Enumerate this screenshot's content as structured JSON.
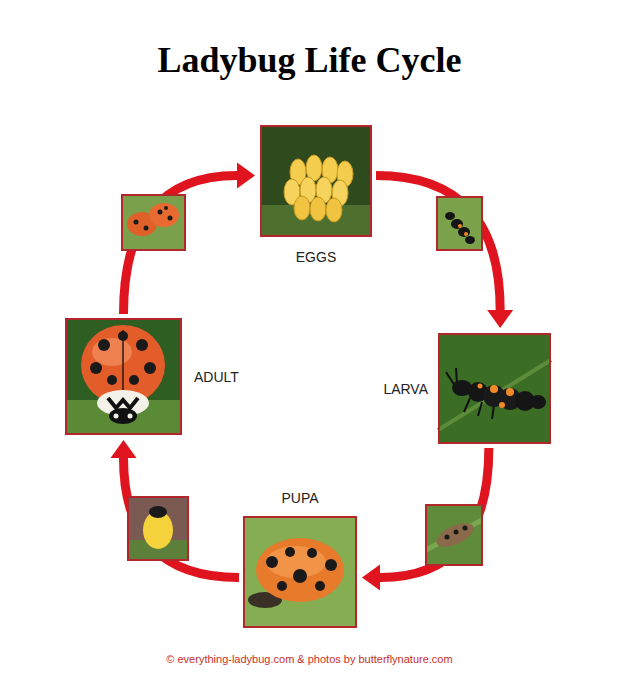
{
  "diagram": {
    "title": "Ladybug Life Cycle",
    "caption": "© everything-ladybug.com & photos by butterflynature.com",
    "nodes": [
      {
        "text": [
          "EGGS"
        ]
      },
      {
        "text": [
          "LARVA"
        ]
      },
      {
        "text": [
          "PUPA"
        ]
      },
      {
        "text": [
          "ADULT"
        ]
      }
    ],
    "edges": [
      {
        "from": 0,
        "to": 1,
        "arrow": "to"
      },
      {
        "from": 1,
        "to": 2,
        "arrow": "to"
      },
      {
        "from": 2,
        "to": 3,
        "arrow": "to"
      },
      {
        "from": 3,
        "to": 0,
        "arrow": "to"
      }
    ]
  }
}
